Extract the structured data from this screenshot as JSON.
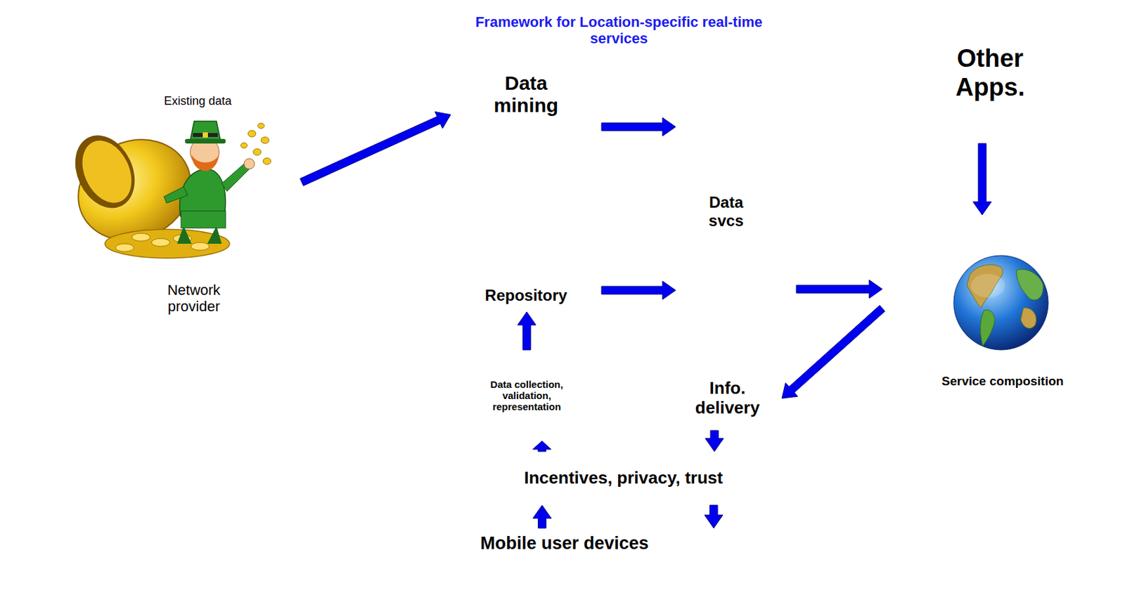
{
  "diagram": {
    "nodes": [
      {
        "text": [
          "Existing data",
          "Network provider"
        ]
      },
      {
        "text": [
          "Framework for Location-specific real-time services"
        ]
      },
      {
        "text": [
          "Data mining"
        ],
        "in": 1
      },
      {
        "text": [
          "Data svcs"
        ],
        "in": 1
      },
      {
        "text": [
          "Repository"
        ],
        "in": 1
      },
      {
        "text": [
          "Data collection, validation, representation"
        ],
        "in": 1
      },
      {
        "text": [
          "Info. delivery"
        ],
        "in": 1
      },
      {
        "text": [
          "Incentives, privacy, trust"
        ],
        "in": 1
      },
      {
        "text": [
          "Other Apps."
        ]
      },
      {
        "text": [
          "Service composition"
        ]
      },
      {
        "text": [
          "Mobile user devices"
        ]
      }
    ],
    "edges": [
      {
        "from": 0,
        "to": 2,
        "arrow": "to"
      },
      {
        "from": 2,
        "to": 3,
        "arrow": "to"
      },
      {
        "from": 4,
        "to": 3,
        "arrow": "to"
      },
      {
        "from": 5,
        "to": 4,
        "arrow": "to"
      },
      {
        "from": 3,
        "to": 9,
        "arrow": "to"
      },
      {
        "from": 8,
        "to": 9,
        "arrow": "to"
      },
      {
        "from": 9,
        "to": 6,
        "arrow": "to"
      },
      {
        "from": 7,
        "to": 5,
        "arrow": "to"
      },
      {
        "from": 6,
        "to": 7,
        "arrow": "to"
      },
      {
        "from": 10,
        "to": 7,
        "arrow": "to"
      },
      {
        "from": 7,
        "to": 10,
        "arrow": "to"
      }
    ]
  }
}
